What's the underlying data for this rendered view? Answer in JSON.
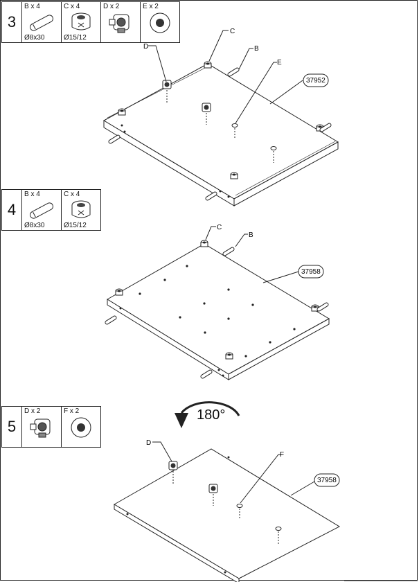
{
  "steps": [
    {
      "number": "3",
      "parts": [
        {
          "qty": "B x 4",
          "size": "Ø8x30",
          "icon": "dowel-icon"
        },
        {
          "qty": "C x 4",
          "size": "Ø15/12",
          "icon": "cam-lock-icon"
        },
        {
          "qty": "D x 2",
          "size": "",
          "icon": "shelf-support-icon"
        },
        {
          "qty": "E x 2",
          "size": "",
          "icon": "cover-cap-icon"
        }
      ],
      "panel_code": "37952",
      "callouts": [
        "D",
        "C",
        "B",
        "E"
      ]
    },
    {
      "number": "4",
      "parts": [
        {
          "qty": "B x 4",
          "size": "Ø8x30",
          "icon": "dowel-icon"
        },
        {
          "qty": "C x 4",
          "size": "Ø15/12",
          "icon": "cam-lock-icon"
        }
      ],
      "panel_code": "37958",
      "callouts": [
        "C",
        "B"
      ]
    },
    {
      "number": "5",
      "parts": [
        {
          "qty": "D x 2",
          "size": "",
          "icon": "shelf-support-icon"
        },
        {
          "qty": "F x 2",
          "size": "",
          "icon": "cover-cap-icon"
        }
      ],
      "panel_code": "37958",
      "callouts": [
        "D",
        "F"
      ],
      "rotation": "180°"
    }
  ]
}
